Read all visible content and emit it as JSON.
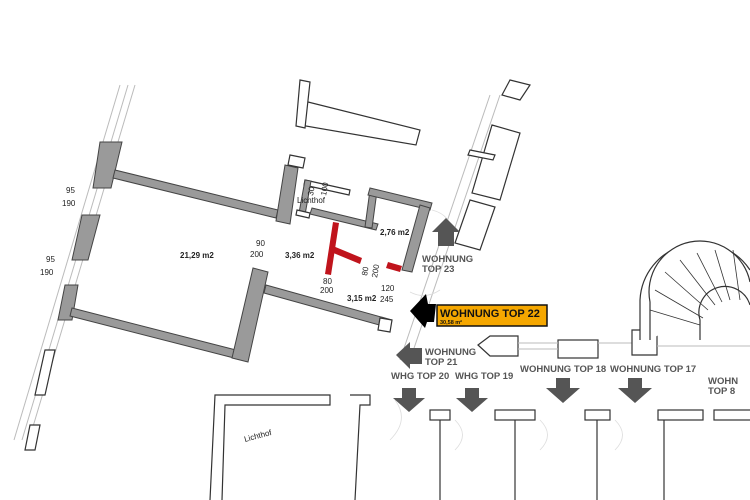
{
  "plan": {
    "dimensions": [
      {
        "w": "95",
        "h": "190"
      },
      {
        "w": "95",
        "h": "190"
      }
    ],
    "rooms": {
      "main_area": "21,29 m2",
      "hall_area": "3,36 m2",
      "small_room_area": "2,76 m2",
      "entry_area": "3,15 m2",
      "lichthof_label": "Lichthof",
      "lichthof_dims": [
        "30",
        "100"
      ]
    },
    "doors": [
      {
        "w": "90",
        "h": "200"
      },
      {
        "w": "80",
        "h": "200"
      },
      {
        "w": "80",
        "h": "200"
      },
      {
        "w": "120",
        "h": "245"
      }
    ],
    "highlight": {
      "title": "WOHNUNG TOP 22",
      "area": "30,58 m²",
      "color": "#f5a700"
    },
    "neighbors": [
      {
        "line1": "WOHNUNG",
        "line2": "TOP 23"
      },
      {
        "line1": "WOHNUNG",
        "line2": "TOP 21"
      },
      {
        "line1": "WHG TOP 20"
      },
      {
        "line1": "WHG TOP 19"
      },
      {
        "line1": "WOHNUNG TOP 18"
      },
      {
        "line1": "WOHNUNG TOP 17"
      },
      {
        "line1": "WOHN",
        "line2": "TOP 8"
      }
    ],
    "lower_lichthof": "Lichthof",
    "colors": {
      "wall": "#9a9a9a",
      "new_wall": "#c0141c",
      "arrow": "#555555"
    }
  }
}
